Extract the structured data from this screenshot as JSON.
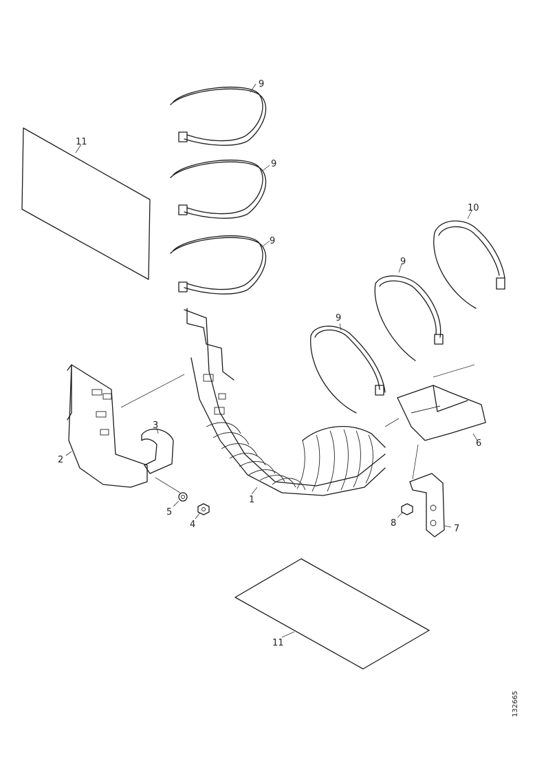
{
  "callouts": {
    "p1": "1",
    "p2": "2",
    "p3": "3",
    "p4": "4",
    "p5": "5",
    "p6": "6",
    "p7": "7",
    "p8": "8",
    "p9": "9",
    "p10": "10",
    "p11": "11"
  },
  "drawing_code": "132665"
}
